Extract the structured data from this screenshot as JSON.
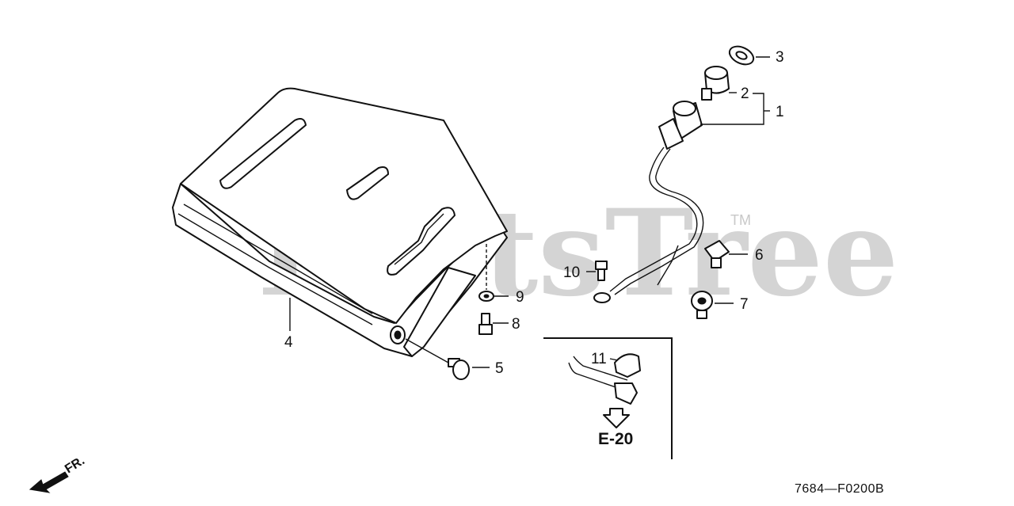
{
  "watermark": {
    "text": "PartsTree",
    "trademark": "TM"
  },
  "callouts": [
    {
      "id": "1",
      "text": "1"
    },
    {
      "id": "2",
      "text": "2"
    },
    {
      "id": "3",
      "text": "3"
    },
    {
      "id": "4",
      "text": "4"
    },
    {
      "id": "5",
      "text": "5"
    },
    {
      "id": "6",
      "text": "6"
    },
    {
      "id": "7",
      "text": "7"
    },
    {
      "id": "8",
      "text": "8"
    },
    {
      "id": "9",
      "text": "9"
    },
    {
      "id": "10",
      "text": "10"
    },
    {
      "id": "11",
      "text": "11"
    }
  ],
  "inset": {
    "reference": "E-20"
  },
  "direction": {
    "text": "FR."
  },
  "figure_code": "7684—F0200B"
}
